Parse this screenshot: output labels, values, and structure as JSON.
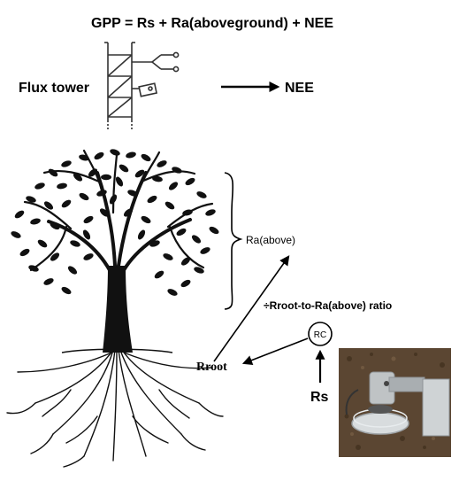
{
  "equation": "GPP = Rs + Ra(aboveground) + NEE",
  "flux_tower_label": "Flux tower",
  "nee_label": "NEE",
  "ra_above_label": "Ra(above)",
  "ratio_label": "÷Rroot-to-Ra(above) ratio",
  "rroot_label": "Rroot",
  "rc_label": "RC",
  "rs_label": "Rs",
  "colors": {
    "ink": "#000000",
    "tower_gray": "#333333",
    "soil_brown": "#5b4632",
    "chamber_gray": "#bfc3c5"
  },
  "icons": [
    "flux-tower-icon",
    "tree-icon",
    "soil-chamber-photo"
  ]
}
